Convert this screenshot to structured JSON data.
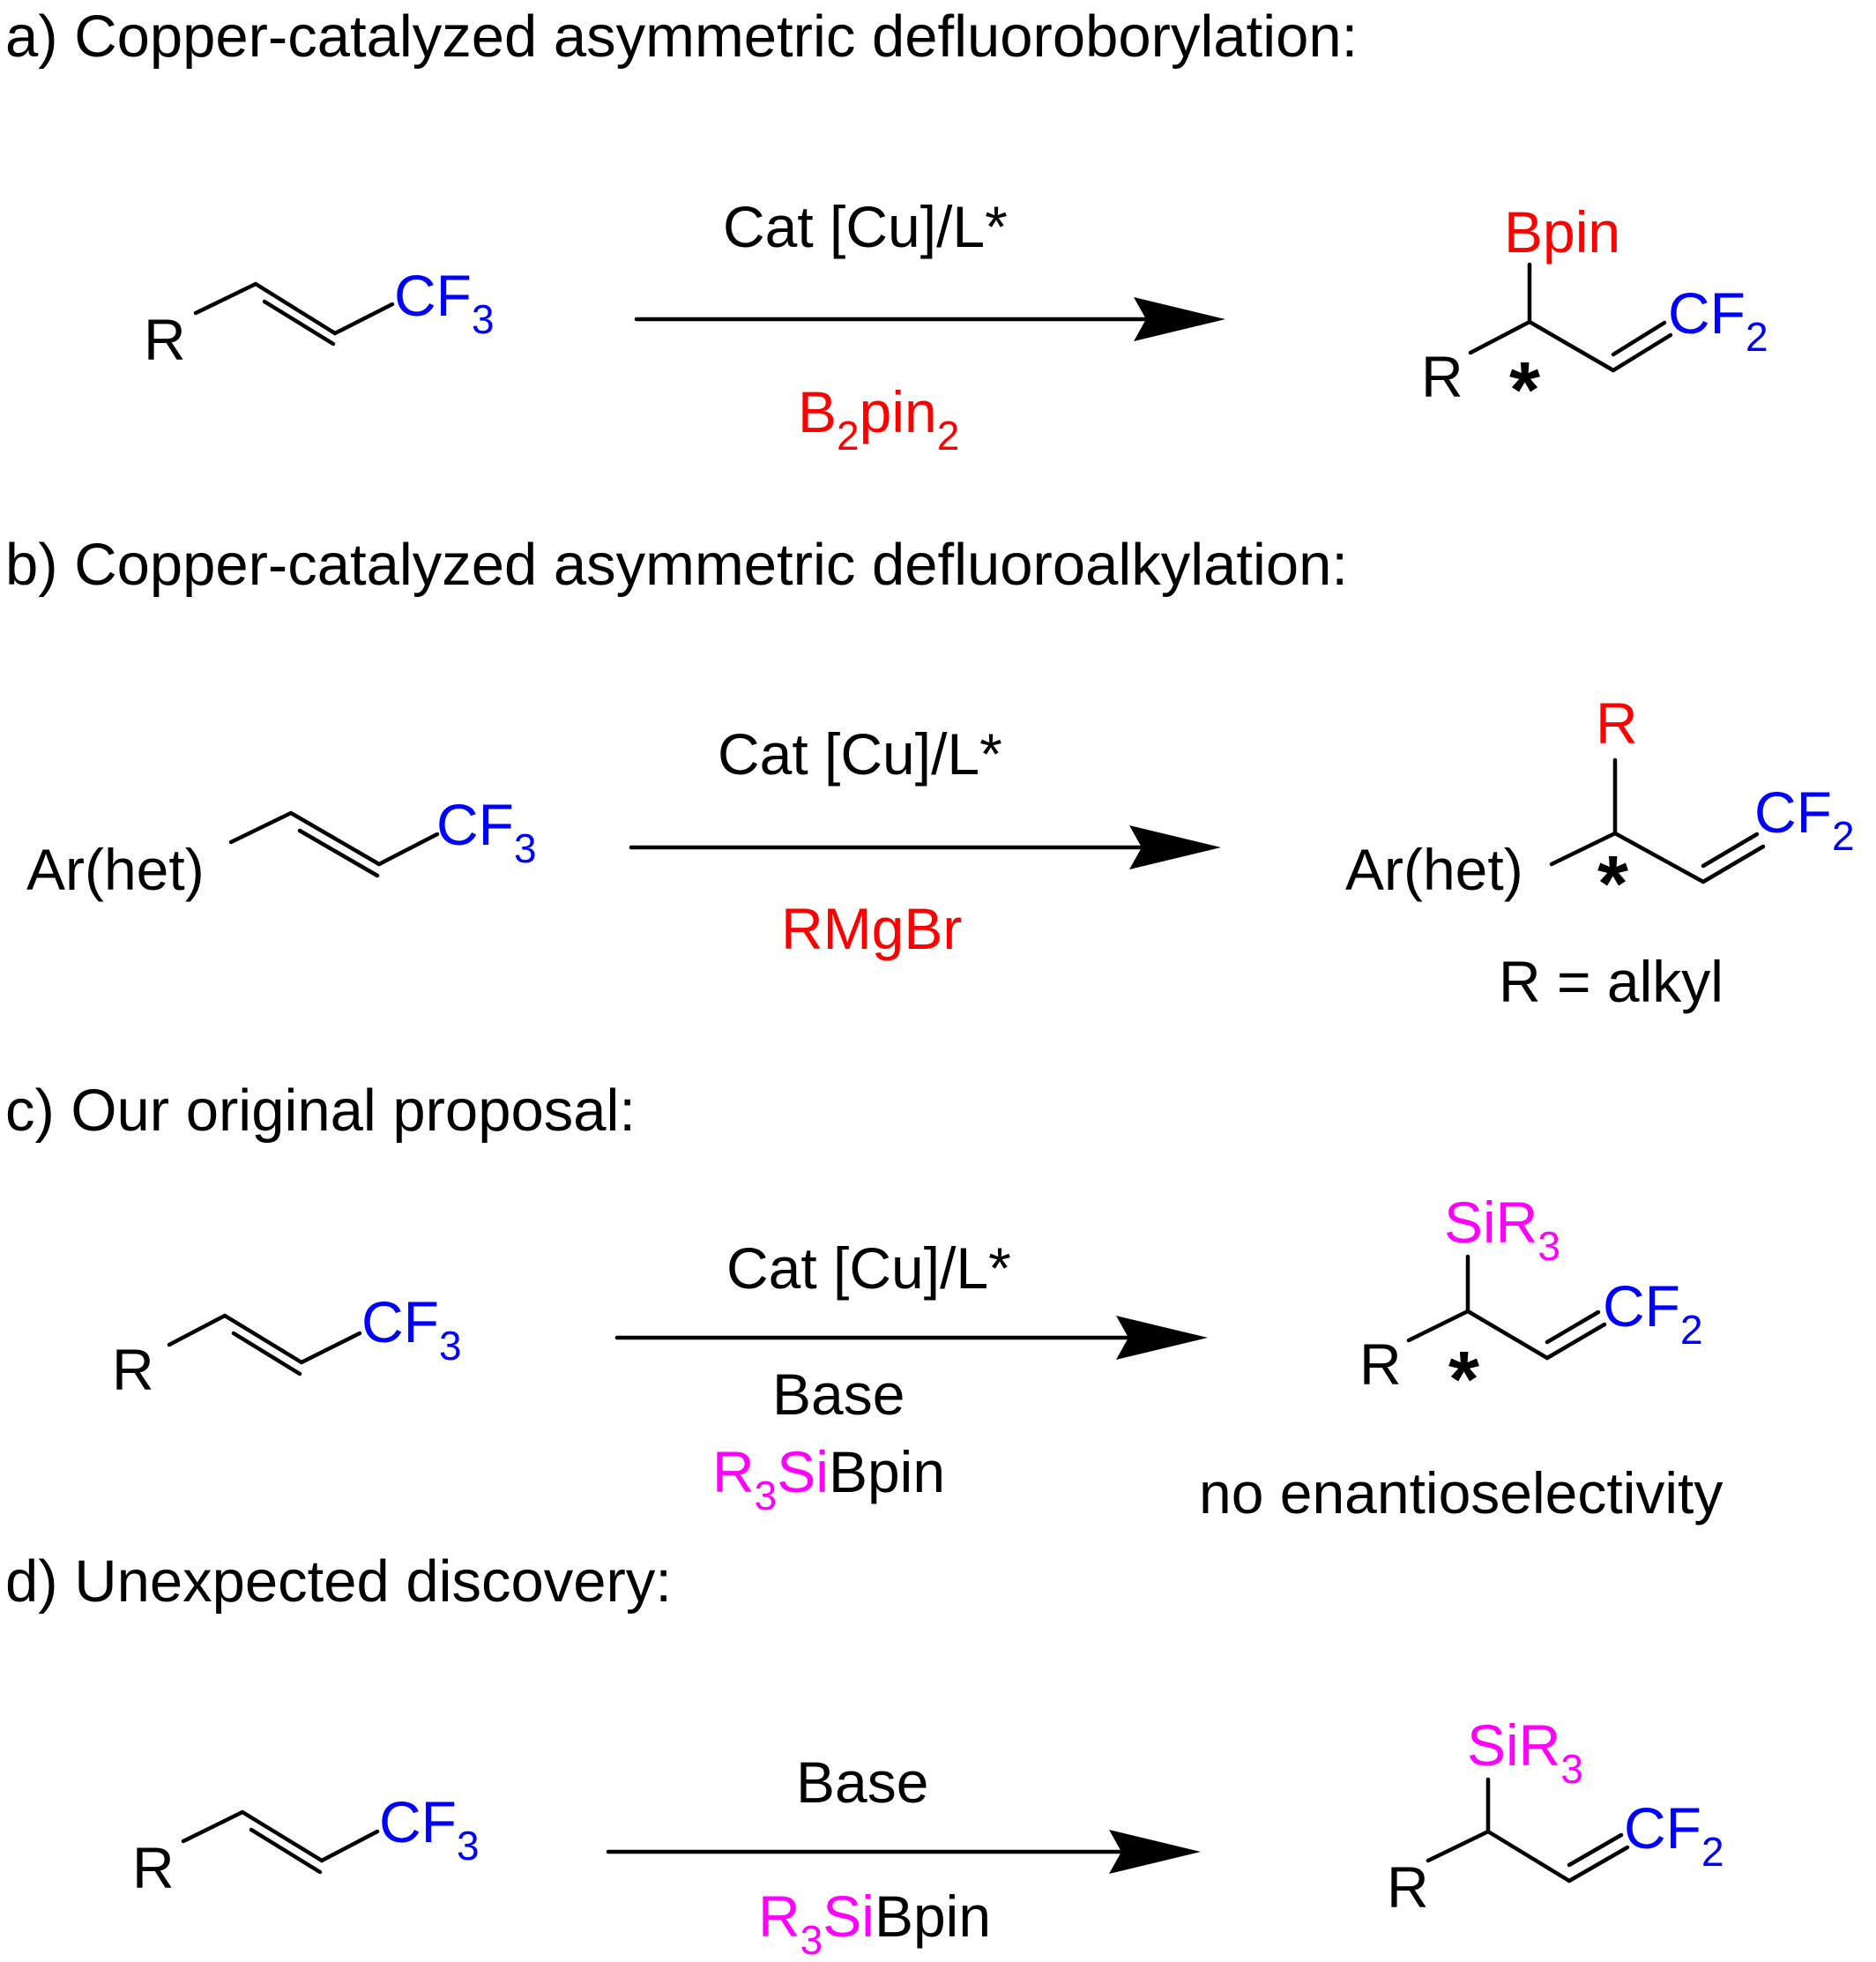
{
  "sections": {
    "a": {
      "heading": "a) Copper-catalyzed asymmetric defluoroborylation:",
      "substrate": {
        "r": "R",
        "group": "CF",
        "group_sub": "3"
      },
      "reagent_above": "Cat [Cu]/L*",
      "reagent_below": {
        "b": "B",
        "b_sub": "2",
        "pin": "pin",
        "pin_sub": "2"
      },
      "product": {
        "top": "Bpin",
        "r": "R",
        "star": "*",
        "group": "CF",
        "group_sub": "2"
      }
    },
    "b": {
      "heading": "b) Copper-catalyzed asymmetric  defluoroalkylation:",
      "substrate": {
        "r": "Ar(het)",
        "group": "CF",
        "group_sub": "3"
      },
      "reagent_above": "Cat [Cu]/L*",
      "reagent_below": "RMgBr",
      "product": {
        "top": "R",
        "r": "Ar(het)",
        "star": "*",
        "group": "CF",
        "group_sub": "2"
      },
      "note": "R = alkyl"
    },
    "c": {
      "heading": "c) Our original proposal:",
      "substrate": {
        "r": "R",
        "group": "CF",
        "group_sub": "3"
      },
      "reagent_above": "Cat [Cu]/L*",
      "reagent_below_1": "Base",
      "reagent_below_2": {
        "r": "R",
        "r_sub": "3",
        "si": "Si",
        "rest": "Bpin"
      },
      "product": {
        "top": "SiR",
        "top_sub": "3",
        "r": "R",
        "star": "*",
        "group": "CF",
        "group_sub": "2"
      },
      "note": "no enantioselectivity"
    },
    "d": {
      "heading": "d) Unexpected discovery:",
      "substrate": {
        "r": "R",
        "group": "CF",
        "group_sub": "3"
      },
      "reagent_above": "Base",
      "reagent_below": {
        "r": "R",
        "r_sub": "3",
        "si": "Si",
        "rest": "Bpin"
      },
      "product": {
        "top": "SiR",
        "top_sub": "3",
        "r": "R",
        "group": "CF",
        "group_sub": "2"
      }
    }
  },
  "colors": {
    "reagent": "#ff0000",
    "fluorine_group": "#0000ff",
    "silyl": "#ff00ff",
    "text": "#000000"
  }
}
